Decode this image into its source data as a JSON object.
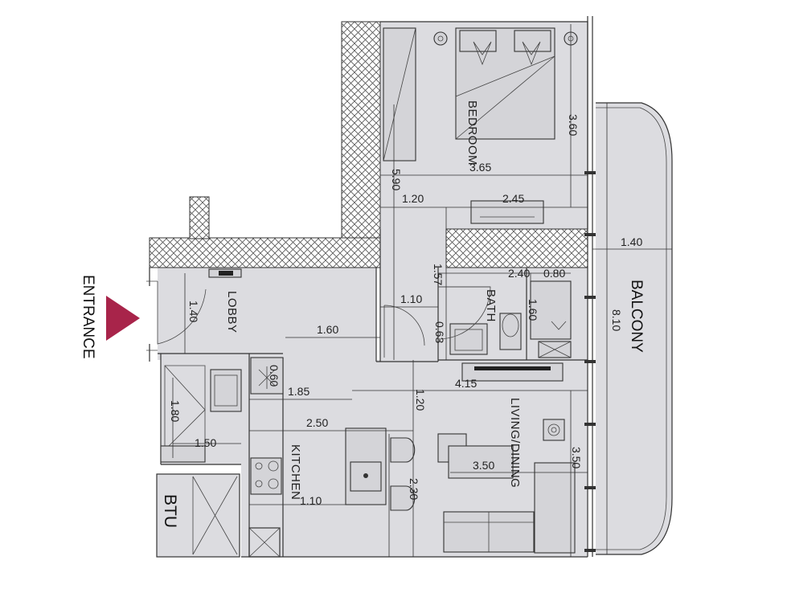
{
  "rooms": {
    "bedroom": "BEDROOM",
    "bath": "BATH",
    "lobby": "LOBBY",
    "kitchen": "KITCHEN",
    "living": "LIVING/DINING",
    "balcony": "BALCONY",
    "btu": "BTU",
    "entrance": "ENTRANCE"
  },
  "dimensions": {
    "bedroom_width": "3.65",
    "bedroom_depth": "3.60",
    "bedroom_total": "5.90",
    "corridor_width": "1.20",
    "wardrobe": "2.45",
    "balcony_width": "1.40",
    "balcony_length": "8.10",
    "bath_height": "1.57",
    "bath_width": "2.40",
    "shower_width": "0.80",
    "shower_depth": "1.60",
    "bath_door": "0.63",
    "hall_width": "1.10",
    "lobby_length": "1.60",
    "lobby_width": "1.40",
    "living_width": "4.15",
    "kitchen_length": "1.85",
    "living_gap": "1.20",
    "kitchen_width": "2.50",
    "utility_depth": "1.80",
    "utility_width": "1.50",
    "island": "1.10",
    "living_depth": "3.50",
    "dining": "3.50",
    "kitchen_depth": "2.30",
    "small_tag": "0.60"
  },
  "colors": {
    "floor": "#dcdce0",
    "entrance_arrow": "#a8244a",
    "wall_line": "#333333"
  }
}
